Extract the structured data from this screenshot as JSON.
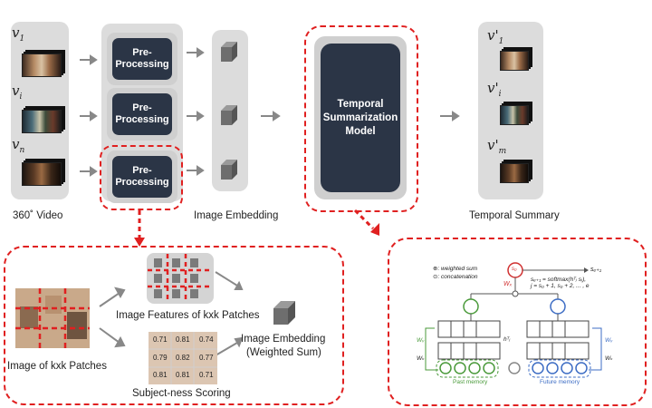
{
  "top": {
    "input_labels": [
      {
        "base": "v",
        "sub": "1"
      },
      {
        "base": "v",
        "sub": "i"
      },
      {
        "base": "v",
        "sub": "n"
      }
    ],
    "input_caption": "360˚ Video",
    "preprocessing_label": "Pre-Processing",
    "embedding_caption": "Image Embedding",
    "model_label": "Temporal Summarization Model",
    "output_labels": [
      {
        "base": "v'",
        "sub": "1"
      },
      {
        "base": "v'",
        "sub": "i"
      },
      {
        "base": "v'",
        "sub": "m"
      }
    ],
    "output_caption": "Temporal Summary"
  },
  "detail_left": {
    "patches_caption": "Image of kxk Patches",
    "features_caption": "Image Features of kxk Patches",
    "scoring_caption": "Subject-ness Scoring",
    "score_values": [
      "0.71",
      "0.81",
      "0.74",
      "0.79",
      "0.82",
      "0.77",
      "0.81",
      "0.81",
      "0.71"
    ],
    "embedding_line1": "Image Embedding",
    "embedding_line2": "(Weighted Sum)"
  },
  "detail_right": {
    "legend_weighted": "⊕: weighted sum",
    "legend_concat": "⊙: concatenation",
    "formula_line1": "sₑ₊₁ = softmax(hᵀⱼ sⱼ),",
    "formula_line2": "j = s₀ + 1, s₀ + 2, ... , e",
    "past_memory": "Past memory",
    "future_memory": "Future memory",
    "output_symbol": "sₑ₊₁",
    "s_node": "s₀",
    "wv_label": "Wᵥ",
    "wk_label": "Wₖ",
    "wx_label": "Wₓ",
    "ht_label": "hᵀⱼ"
  },
  "colors": {
    "dark_box": "#2b3546",
    "panel_gray": "#dcdcdc",
    "dashed_red": "#e02020",
    "past_green": "#4a9a3a",
    "future_blue": "#3c6cc4"
  }
}
